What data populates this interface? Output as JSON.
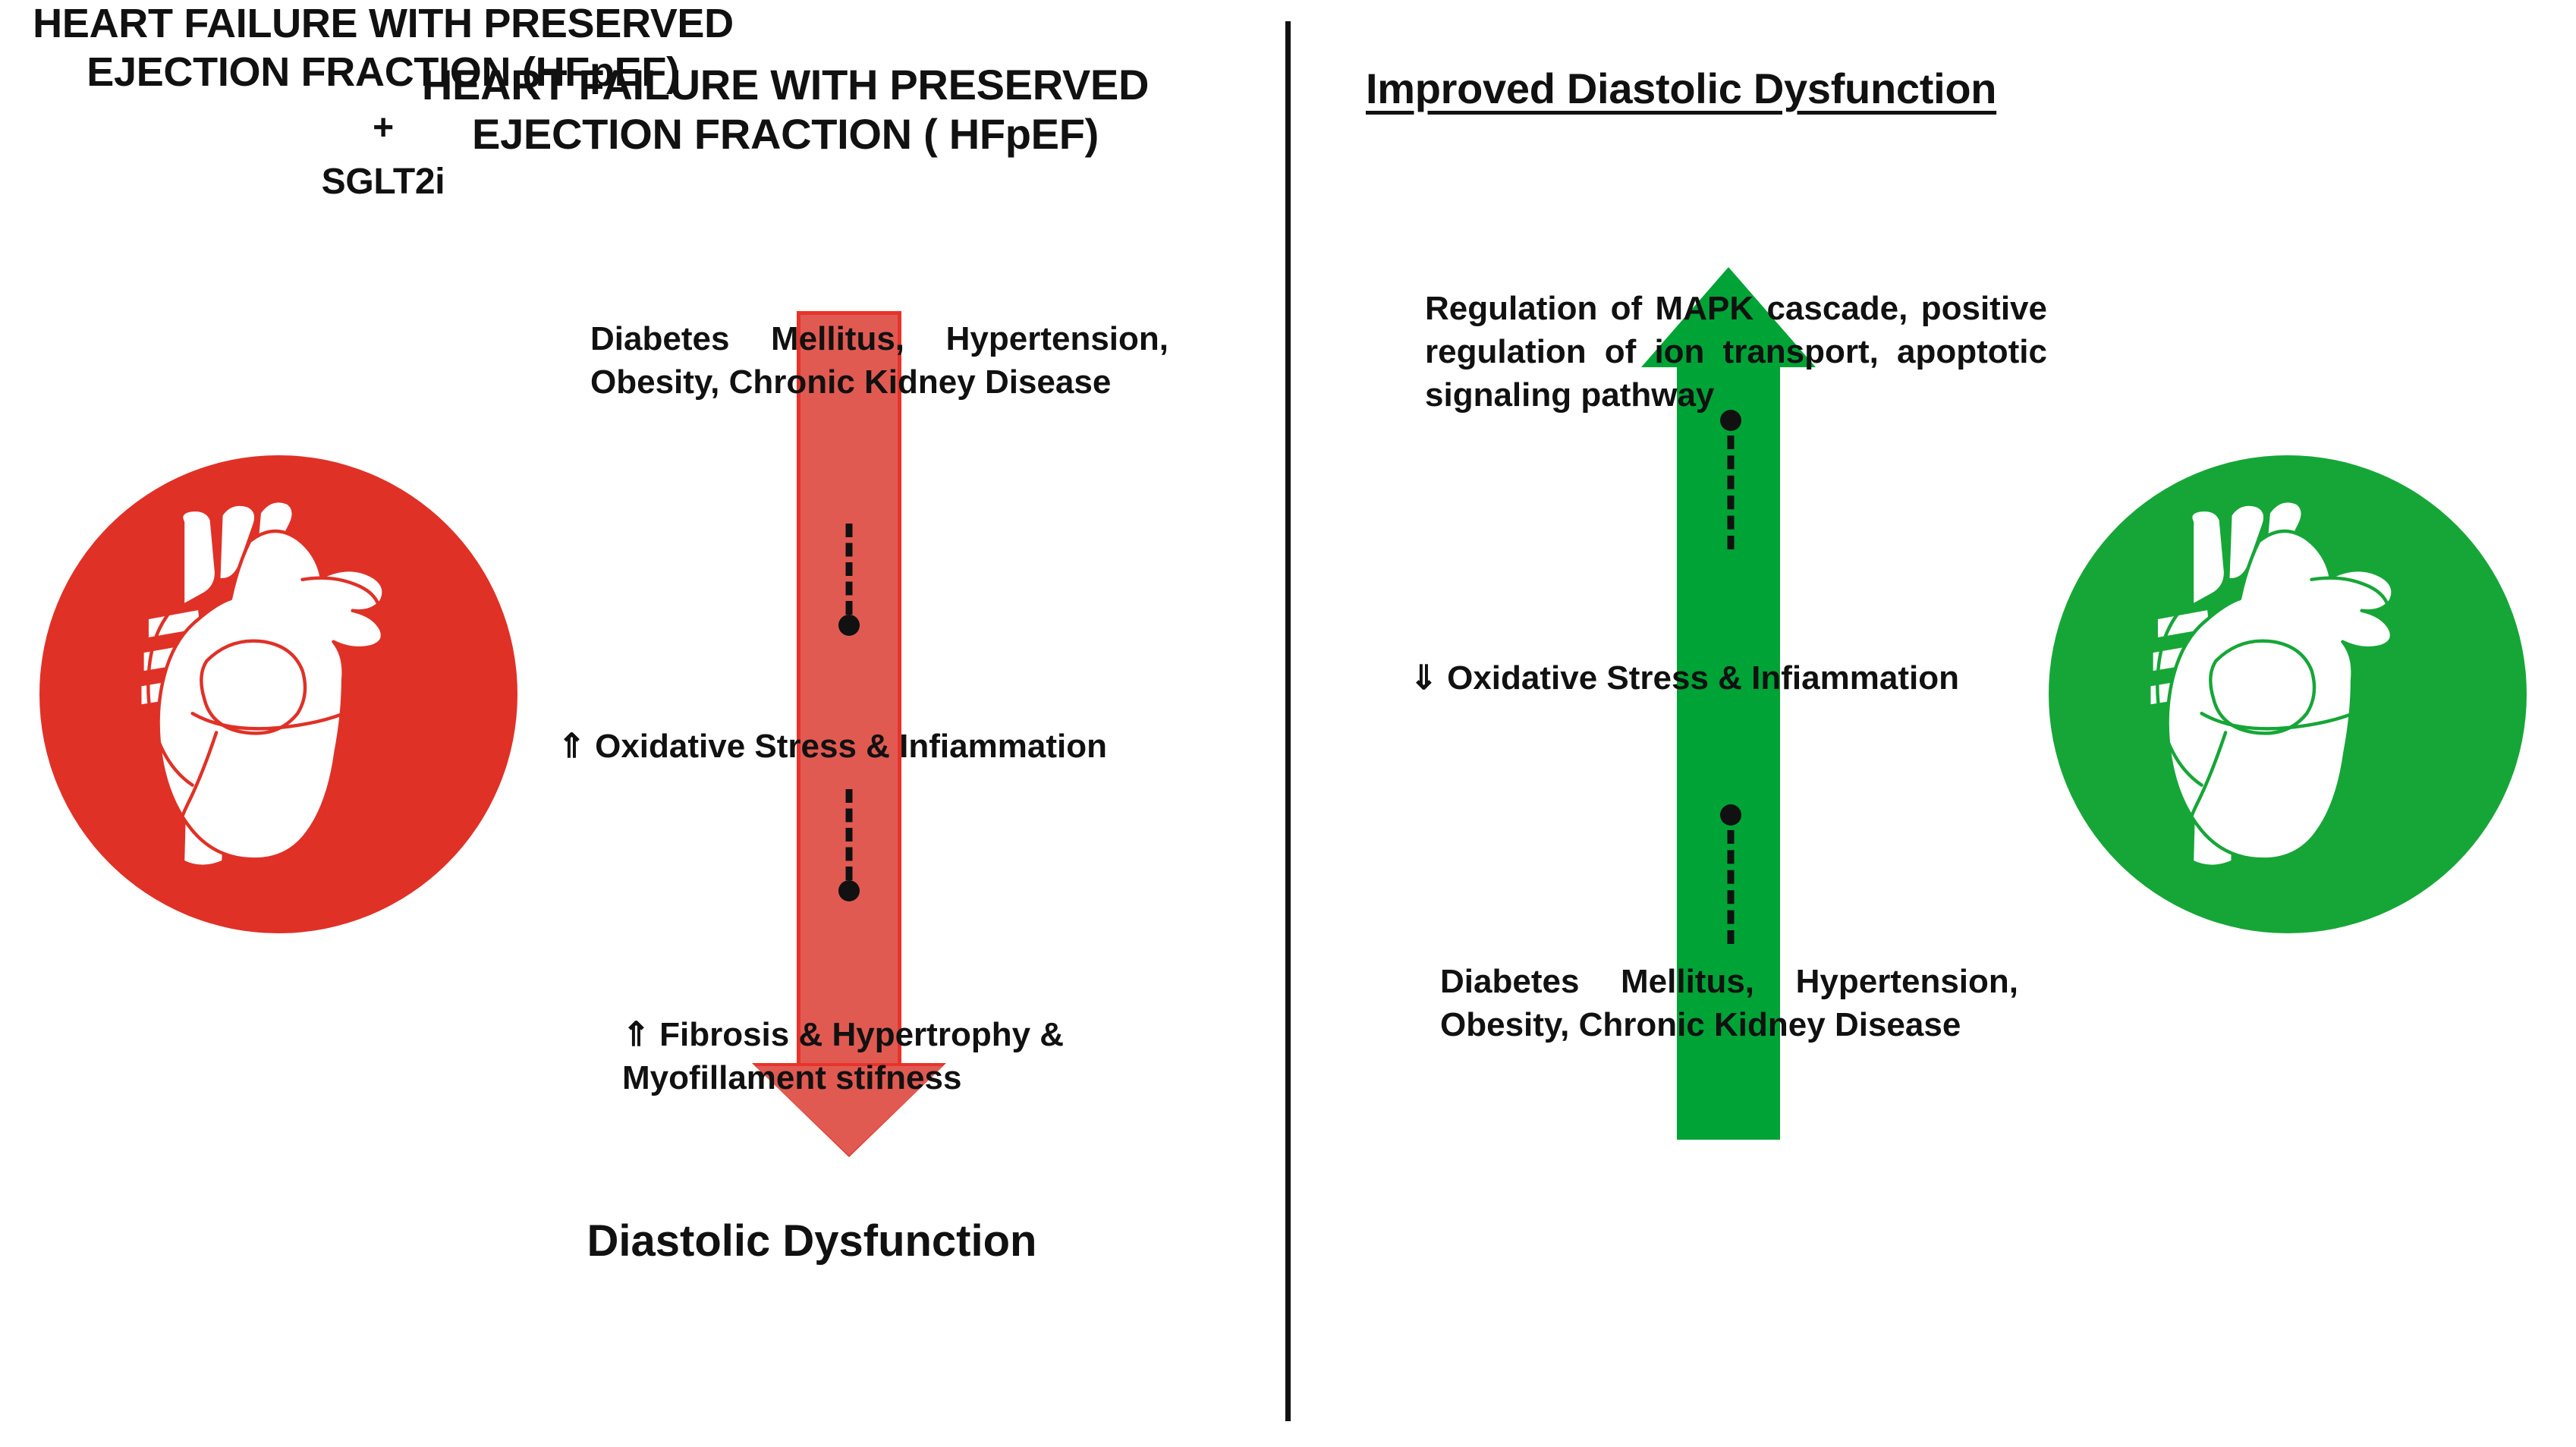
{
  "figure": {
    "divider": "vertical-divider"
  },
  "left_panel": {
    "title": "HEART FAILURE WITH PRESERVED EJECTION FRACTION ( HFpEF)",
    "heart_icon": "anatomical-heart-icon",
    "heart_color": "#e03127",
    "arrow": {
      "direction": "down",
      "fill": "#e05a52",
      "stroke": "#e8332a"
    },
    "risk_factors": "Diabetes Mellitus, Hypertension, Obesity, Chronic Kidney Disease",
    "mechanism_1": "⇑ Oxidative Stress & Infiammation",
    "mechanism_2": "⇑ Fibrosis & Hypertrophy & Myofillament stifness",
    "outcome": "Diastolic Dysfunction"
  },
  "right_panel": {
    "title": "Improved Diastolic Dysfunction",
    "heart_icon": "anatomical-heart-icon",
    "heart_color": "#16a637",
    "arrow": {
      "direction": "up",
      "fill": "#00a336"
    },
    "pathways": "Regulation of MAPK cascade, positive regulation of ion transport, apoptotic signaling pathway",
    "mechanism_1": "⇓ Oxidative Stress & Infiammation",
    "risk_factors": "Diabetes Mellitus, Hypertension, Obesity, Chronic Kidney Disease",
    "condition": "HEART FAILURE WITH PRESERVED EJECTION FRACTION (HFpEF)",
    "plus": "+",
    "treatment": "SGLT2i"
  }
}
